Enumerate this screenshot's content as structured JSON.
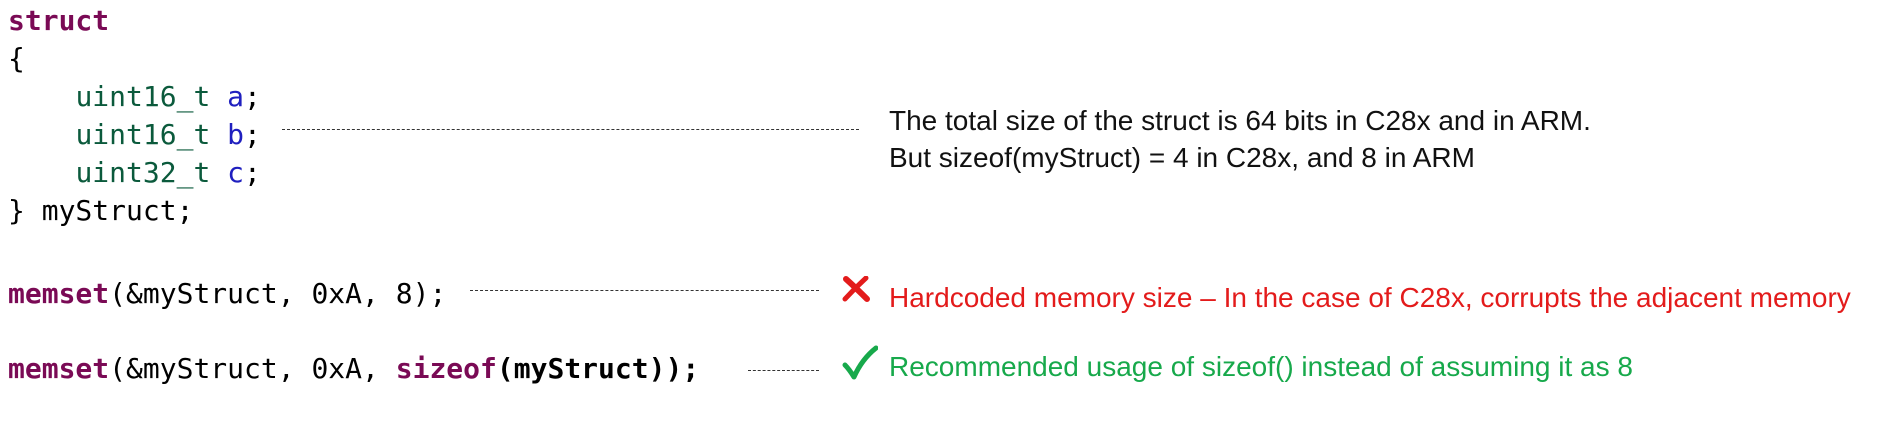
{
  "struct_block": {
    "keyword": "struct",
    "open_brace": "{",
    "fields": [
      {
        "type": "uint16_t",
        "name": "a",
        "semicolon": ";"
      },
      {
        "type": "uint16_t",
        "name": "b",
        "semicolon": ";"
      },
      {
        "type": "uint32_t",
        "name": "c",
        "semicolon": ";"
      }
    ],
    "close_line": "} myStruct;"
  },
  "memset_hardcoded": {
    "func": "memset",
    "args": "(&myStruct, 0xA, 8);"
  },
  "memset_sizeof": {
    "func": "memset",
    "args_prefix": "(&myStruct, 0xA, ",
    "sizeof_kw": "sizeof",
    "sizeof_arg": "(myStruct)",
    "args_suffix": ");"
  },
  "notes": {
    "struct_size_line1": "The total size of the struct is 64 bits in C28x and in ARM.",
    "struct_size_line2": "But sizeof(myStruct) = 4 in C28x, and 8 in ARM",
    "hardcoded_warning": "Hardcoded memory size – In the case of C28x, corrupts the adjacent memory",
    "recommended": "Recommended usage of sizeof() instead of assuming it as 8"
  },
  "icons": {
    "wrong": "cross-mark-icon",
    "right": "check-mark-icon"
  },
  "colors": {
    "keyword": "#7a0a55",
    "type": "#0b5a3c",
    "variable": "#1f1fbf",
    "error": "#e31b1b",
    "success": "#17a94b"
  }
}
